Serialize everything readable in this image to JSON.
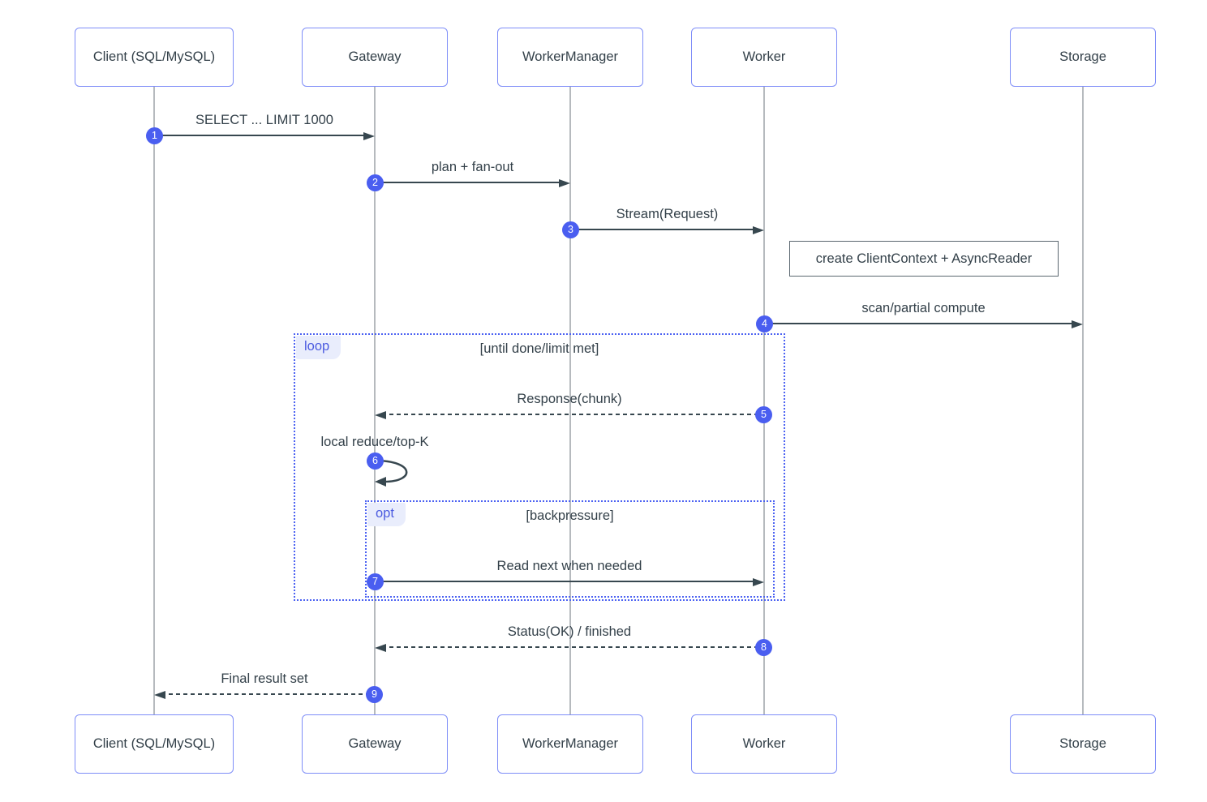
{
  "diagram": {
    "type": "sequence-diagram",
    "actors": [
      {
        "label": "Client (SQL/MySQL)"
      },
      {
        "label": "Gateway"
      },
      {
        "label": "WorkerManager"
      },
      {
        "label": "Worker"
      },
      {
        "label": "Storage"
      }
    ],
    "messages": [
      {
        "seq": 1,
        "label": "SELECT ... LIMIT 1000",
        "from": "Client (SQL/MySQL)",
        "to": "Gateway",
        "line": "solid"
      },
      {
        "seq": 2,
        "label": "plan + fan-out",
        "from": "Gateway",
        "to": "WorkerManager",
        "line": "solid"
      },
      {
        "seq": 3,
        "label": "Stream(Request)",
        "from": "WorkerManager",
        "to": "Worker",
        "line": "solid"
      },
      {
        "seq": 4,
        "label": "scan/partial compute",
        "from": "Worker",
        "to": "Storage",
        "line": "solid"
      },
      {
        "seq": 5,
        "label": "Response(chunk)",
        "from": "Worker",
        "to": "Gateway",
        "line": "dashed"
      },
      {
        "seq": 6,
        "label": "local reduce/top-K",
        "from": "Gateway",
        "to": "Gateway",
        "line": "self"
      },
      {
        "seq": 7,
        "label": "Read next when needed",
        "from": "Gateway",
        "to": "Worker",
        "line": "solid"
      },
      {
        "seq": 8,
        "label": "Status(OK) / finished",
        "from": "Worker",
        "to": "Gateway",
        "line": "dashed"
      },
      {
        "seq": 9,
        "label": "Final result set",
        "from": "Gateway",
        "to": "Client (SQL/MySQL)",
        "line": "dashed"
      }
    ],
    "note": {
      "label": "create ClientContext + AsyncReader"
    },
    "frames": [
      {
        "kind": "loop",
        "label": "loop",
        "guard": "[until done/limit met]"
      },
      {
        "kind": "opt",
        "label": "opt",
        "guard": "[backpressure]"
      }
    ],
    "colors": {
      "actor_border": "#7f8ef8",
      "text": "#334049",
      "lifeline": "#b6babe",
      "arrow": "#37474f",
      "badge": "#4a5ef0",
      "frame": "#4c62f2",
      "frame_label_bg": "#e9edfc",
      "note_border": "#5b6770",
      "background": "#ffffff"
    }
  }
}
